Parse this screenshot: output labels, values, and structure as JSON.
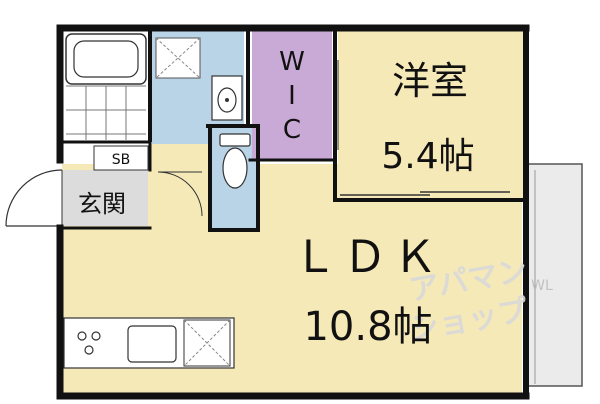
{
  "rooms": {
    "western_room": {
      "name": "洋室",
      "size": "5.4帖"
    },
    "ldk": {
      "name": "ＬＤＫ",
      "size": "10.8帖"
    },
    "wic": {
      "letters": [
        "W",
        "I",
        "C"
      ]
    },
    "entrance": {
      "name": "玄関"
    },
    "shoe_box": {
      "name": "SB"
    }
  },
  "watermark": {
    "line1": "アパマン",
    "line2": "ショップ",
    "side": "WL"
  },
  "colors": {
    "wall": "#111111",
    "room_cream": "#f6e9b8",
    "wet_blue": "#b9d4e6",
    "closet_purple": "#c9a9d6",
    "entrance_gray": "#dcdcdc",
    "balcony_gray": "#ebebeb",
    "watermark": "#d9d9d9"
  }
}
